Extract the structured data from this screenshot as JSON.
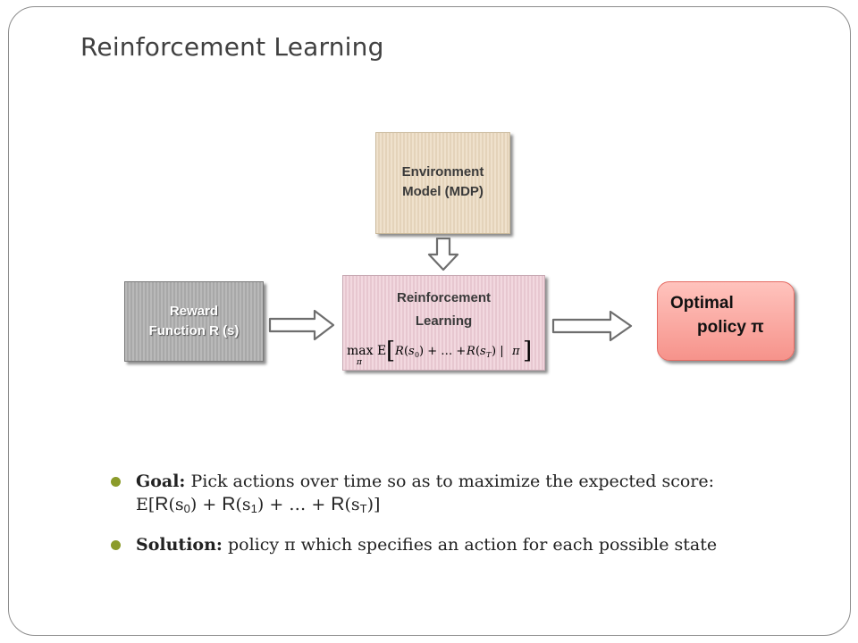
{
  "title": "Reinforcement Learning",
  "boxes": {
    "environment": {
      "line1": "Environment",
      "line2": "Model (MDP)"
    },
    "rl": {
      "line1": "Reinforcement",
      "line2": "Learning"
    },
    "reward": {
      "line1": "Reward",
      "line2": "Function R (s)"
    },
    "optimal": {
      "line1": "Optimal",
      "line2": "policy π"
    }
  },
  "bullets": {
    "goal": {
      "label": "Goal:",
      "text": " Pick actions over time so as to maximize the expected score:",
      "e_open": "E[",
      "r0": "R",
      "s0_open": "(s",
      "s0_sub": "0",
      "s0_close": ")",
      "plus1": " + ",
      "r1": "R",
      "s1_open": "(s",
      "s1_sub": "1",
      "s1_close": ")",
      "mid": " + … + ",
      "rT": "R",
      "sT_open": "(s",
      "sT_sub": "T",
      "sT_close": ")]"
    },
    "solution": {
      "label": "Solution:",
      "text": " policy π which specifies an action for each possible state"
    }
  },
  "colors": {
    "bullet": "#8b9b2a",
    "optimal_border": "#e56b63"
  }
}
